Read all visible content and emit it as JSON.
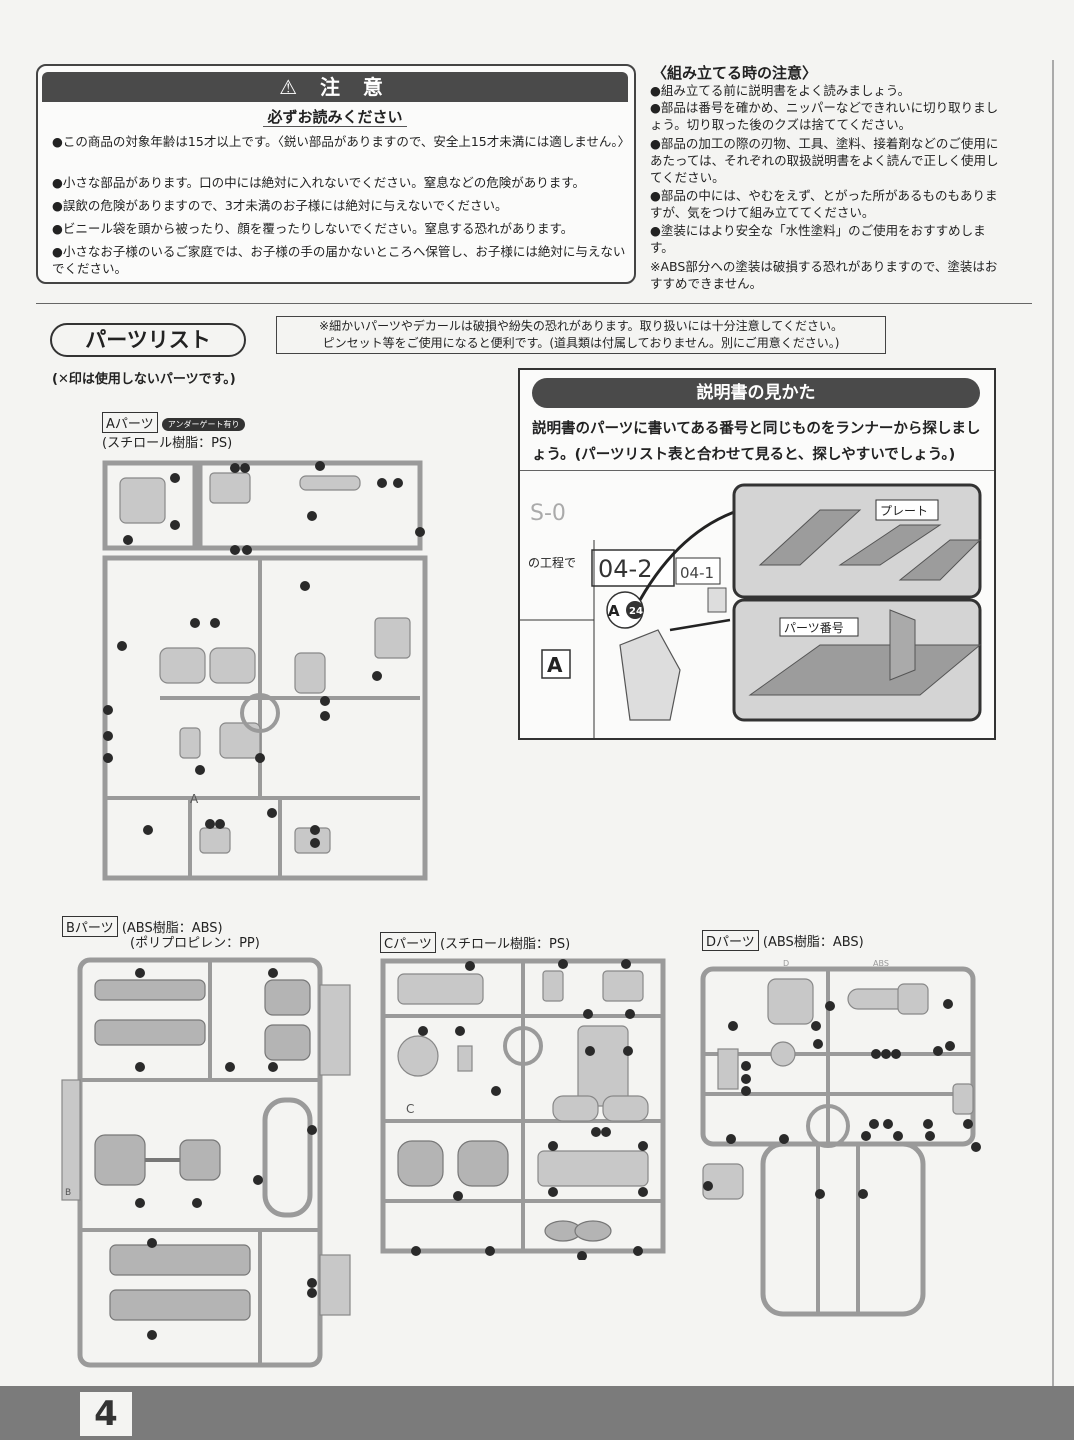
{
  "warning": {
    "title": "⚠ 注 意",
    "subtitle": "必ずお読みください",
    "items": [
      "●この商品の対象年齢は15才以上です。〈鋭い部品がありますので、安全上15才未満には適しません。〉",
      "●小さな部品があります。口の中には絶対に入れないでください。窒息などの危険があります。",
      "●誤飲の危険がありますので、3才未満のお子様には絶対に与えないでください。",
      "●ビニール袋を頭から被ったり、顔を覆ったりしないでください。窒息する恐れがあります。",
      "●小さなお子様のいるご家庭では、お子様の手の届かないところへ保管し、お子様には絶対に与えないでください。"
    ]
  },
  "assembly": {
    "title": "〈組み立てる時の注意〉",
    "items": [
      "●組み立てる前に説明書をよく読みましょう。",
      "●部品は番号を確かめ、ニッパーなどできれいに切り取りましょう。切り取った後のクズは捨ててください。",
      "●部品の加工の際の刃物、工具、塗料、接着剤などのご使用にあたっては、それぞれの取扱説明書をよく読んで正しく使用してください。",
      "●部品の中には、やむをえず、とがった所があるものもありますが、気をつけて組み立ててください。",
      "●塗装にはより安全な「水性塗料」のご使用をおすすめします。",
      "※ABS部分への塗装は破損する恐れがありますので、塗装はおすすめできません。"
    ]
  },
  "parts_list": {
    "title": "パーツリスト",
    "note_line1": "※細かいパーツやデカールは破損や紛失の恐れがあります。取り扱いには十分注意してください。",
    "note_line2": "ピンセット等をご使用になると便利です。(道具類は付属しておりません。別にご用意ください。)",
    "unused_note": "(✕印は使用しないパーツです。)"
  },
  "howto": {
    "title": "説明書の見かた",
    "text": "説明書のパーツに書いてある番号と同じものをランナーから探しましょう。(パーツリスト表と合わせて見ると、探しやすいでしょう。)",
    "step_text": "の工程で",
    "step_main": "04-2",
    "step_sub": "04-1",
    "plate_label": "プレート",
    "part_no_label": "パーツ番号",
    "callout_letter": "A",
    "callout_number": "24",
    "runner_letter": "A",
    "series_code": "S-0"
  },
  "runners": {
    "A": {
      "name": "Aパーツ",
      "badge": "アンダーゲート有り",
      "material": "(スチロール樹脂：PS)",
      "stamp": "A"
    },
    "B": {
      "name": "Bパーツ",
      "material": "(ABS樹脂：ABS)",
      "material2": "(ポリプロピレン：PP)",
      "stamp": "B"
    },
    "C": {
      "name": "Cパーツ",
      "material": "(スチロール樹脂：PS)",
      "stamp": "C"
    },
    "D": {
      "name": "Dパーツ",
      "material": "(ABS樹脂：ABS)",
      "stamp": "D",
      "stamp2": "ABS"
    }
  },
  "page_number": "4"
}
